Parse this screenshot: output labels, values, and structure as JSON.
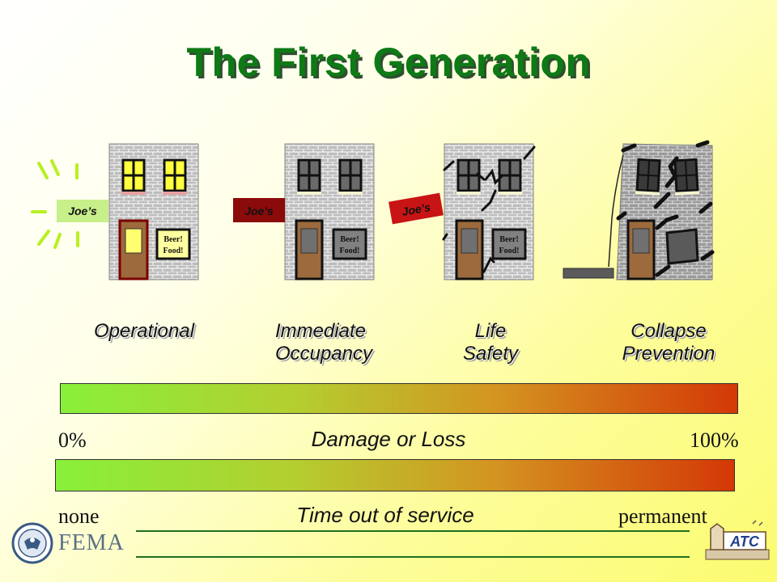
{
  "title": "The First Generation",
  "buildings": [
    {
      "sign": "Joe’s",
      "window_sign_1": "Beer!",
      "window_sign_2": "Food!",
      "label_1": "Operational",
      "label_2": ""
    },
    {
      "sign": "Joe’s",
      "window_sign_1": "Beer!",
      "window_sign_2": "Food!",
      "label_1": "Immediate",
      "label_2": "Occupancy"
    },
    {
      "sign": "Joe’s",
      "window_sign_1": "Beer!",
      "window_sign_2": "Food!",
      "label_1": "Life",
      "label_2": "Safety"
    },
    {
      "sign": "",
      "window_sign_1": "",
      "window_sign_2": "",
      "label_1": "Collapse",
      "label_2": "Prevention"
    }
  ],
  "damage_scale": {
    "min_label": "0%",
    "max_label": "100%",
    "title": "Damage or Loss"
  },
  "service_scale": {
    "min_label": "none",
    "max_label": "permanent",
    "title": "Time out of service"
  },
  "logos": {
    "fema": "FEMA",
    "atc": "ATC"
  },
  "colors": {
    "title": "#0e7a16",
    "gradient_start": "#88f03a",
    "gradient_end": "#d43806",
    "sign_lit": "#c8f08a",
    "sign_dark": "#8b0a0a",
    "sign_tilted": "#c81414",
    "door": "#9c6a3c"
  }
}
